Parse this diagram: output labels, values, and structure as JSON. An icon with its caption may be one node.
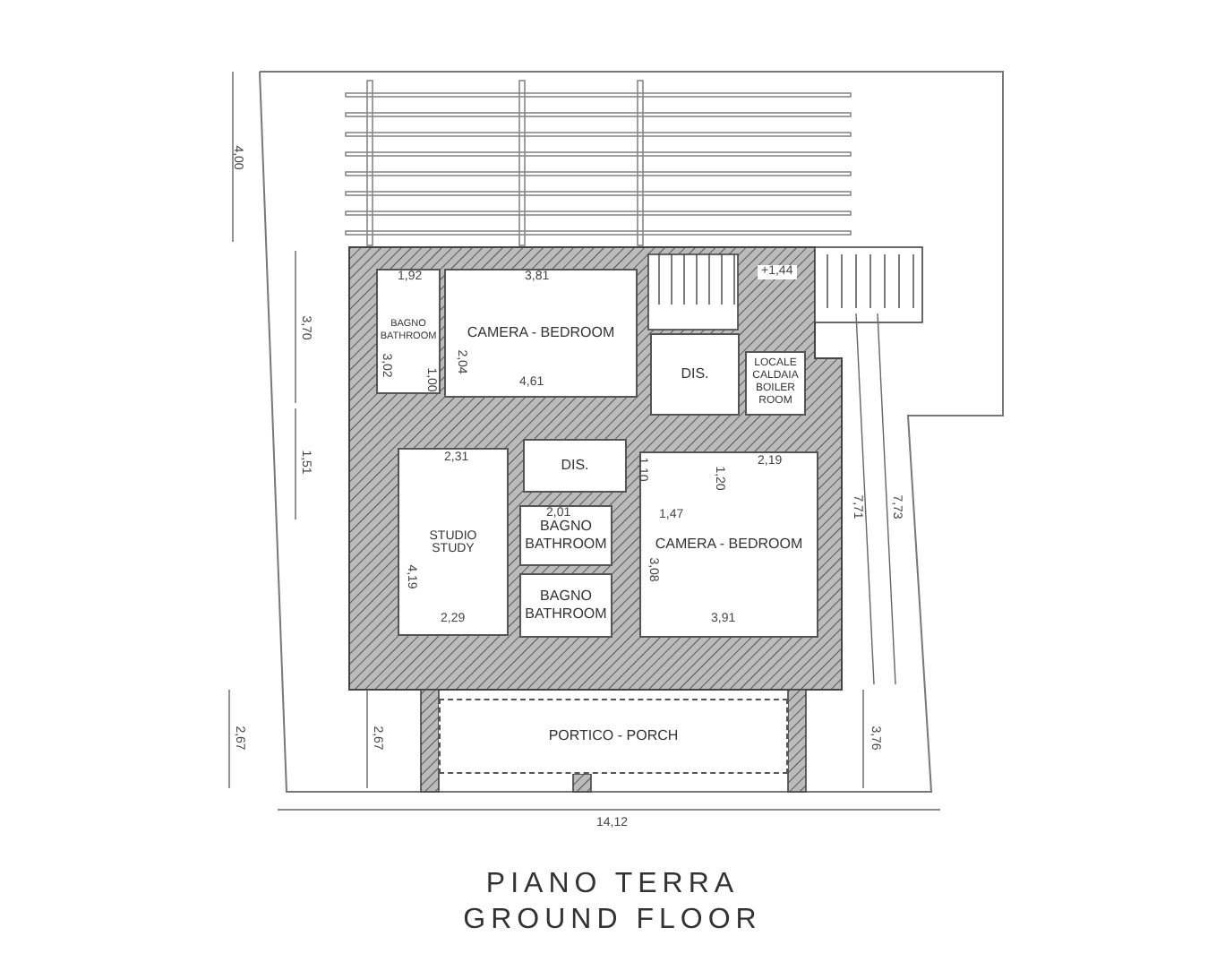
{
  "diagram": {
    "title": "PIANO TERRA",
    "caption": "GROUND FLOOR",
    "nodes": [
      {
        "text": [
          "BAGNO",
          "BATHROOM"
        ]
      },
      {
        "text": [
          "CAMERA - BEDROOM"
        ]
      },
      {
        "text": [
          "DIS."
        ]
      },
      {
        "text": [
          "LOCALE CALDAIA",
          "BOILER ROOM"
        ]
      },
      {
        "text": [
          "DIS."
        ]
      },
      {
        "text": [
          "STUDIO",
          "STUDY"
        ]
      },
      {
        "text": [
          "BAGNO",
          "BATHROOM"
        ]
      },
      {
        "text": [
          "BAGNO",
          "BATHROOM"
        ]
      },
      {
        "text": [
          "CAMERA - BEDROOM"
        ]
      },
      {
        "text": [
          "PORTICO - PORCH"
        ]
      }
    ],
    "edges": [],
    "labels": [
      "4,00",
      "3,70",
      "1,51",
      "2,67",
      "1,92",
      "3,81",
      "3,02",
      "2,04",
      "1,00",
      "4,61",
      "+1,44",
      "2,31",
      "1,10",
      "1,20",
      "2,19",
      "4,19",
      "2,01",
      "1,47",
      "3,08",
      "2,29",
      "3,91",
      "7,71",
      "7,73",
      "2,67",
      "3,76",
      "14,12"
    ]
  }
}
